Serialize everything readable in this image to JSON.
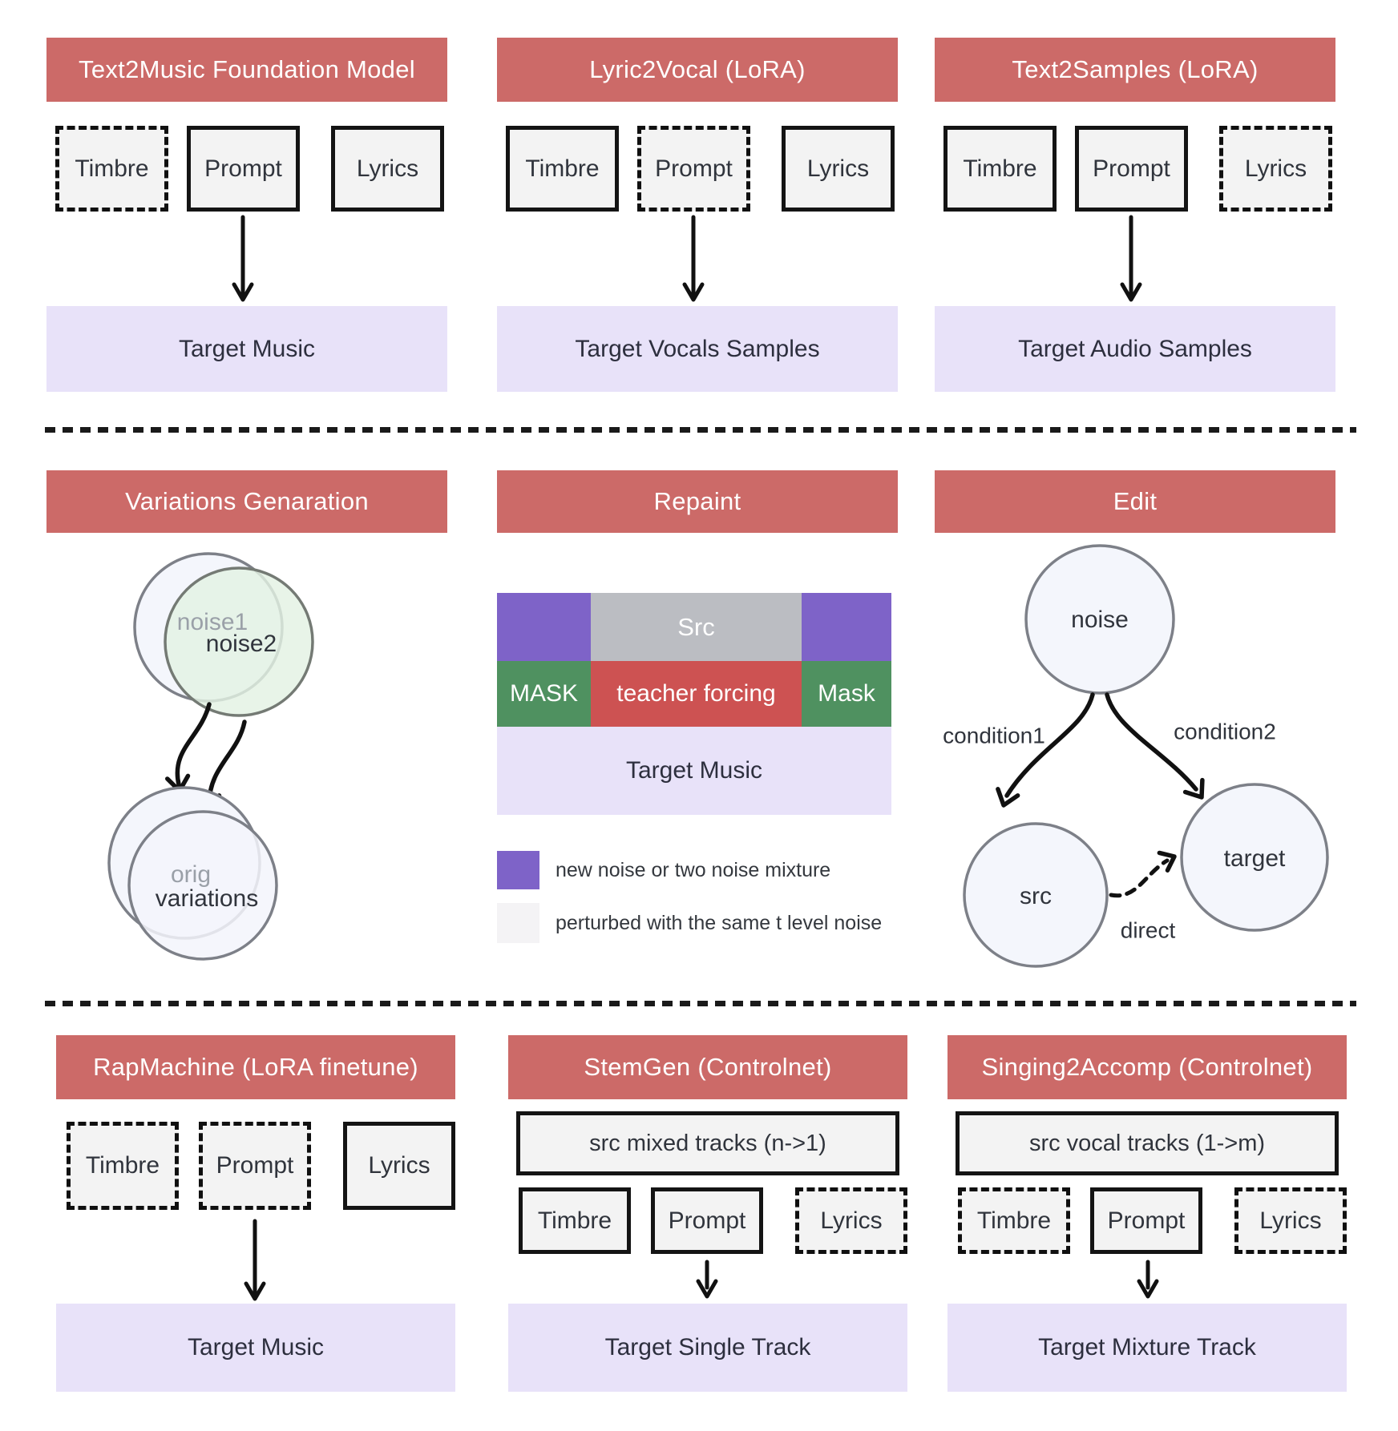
{
  "colors": {
    "panel_header_red": "#cc6a68",
    "new_noise_purple": "#7e63c8",
    "mask_green": "#4f9160",
    "teacher_forcing_red": "#cd5252",
    "src_gray": "#bbbdc2",
    "target_lavender": "#e8e2f9",
    "noise_green_circle": "#e3f2e3"
  },
  "panels": [
    {
      "title": "Text2Music Foundation Model",
      "inputs": [
        {
          "label": "Timbre",
          "style": "dashed"
        },
        {
          "label": "Prompt",
          "style": "solid"
        },
        {
          "label": "Lyrics",
          "style": "solid"
        }
      ],
      "target": "Target Music"
    },
    {
      "title": "Lyric2Vocal (LoRA)",
      "inputs": [
        {
          "label": "Timbre",
          "style": "solid"
        },
        {
          "label": "Prompt",
          "style": "dashed"
        },
        {
          "label": "Lyrics",
          "style": "solid"
        }
      ],
      "target": "Target Vocals Samples"
    },
    {
      "title": "Text2Samples (LoRA)",
      "inputs": [
        {
          "label": "Timbre",
          "style": "solid"
        },
        {
          "label": "Prompt",
          "style": "solid"
        },
        {
          "label": "Lyrics",
          "style": "dashed"
        }
      ],
      "target": "Target Audio Samples"
    },
    {
      "title": "Variations Genaration",
      "nodes": {
        "noise1": "noise1",
        "noise2": "noise2",
        "orig": "orig",
        "variations": "variations"
      }
    },
    {
      "title": "Repaint",
      "blocks": {
        "src": "Src",
        "mask_left": "MASK",
        "teacher_forcing": "teacher forcing",
        "mask_right": "Mask",
        "target": "Target Music"
      },
      "legend": [
        {
          "swatch": "purple",
          "label": "new noise or two noise mixture"
        },
        {
          "swatch": "light",
          "label": "perturbed with the same t level noise"
        }
      ]
    },
    {
      "title": "Edit",
      "nodes": {
        "noise": "noise",
        "src": "src",
        "target": "target"
      },
      "edges": {
        "condition1": "condition1",
        "condition2": "condition2",
        "direct": "direct"
      }
    },
    {
      "title": "RapMachine (LoRA finetune)",
      "inputs": [
        {
          "label": "Timbre",
          "style": "dashed"
        },
        {
          "label": "Prompt",
          "style": "dashed"
        },
        {
          "label": "Lyrics",
          "style": "solid"
        }
      ],
      "target": "Target Music"
    },
    {
      "title": "StemGen (Controlnet)",
      "src_box": "src mixed tracks (n->1)",
      "inputs": [
        {
          "label": "Timbre",
          "style": "solid"
        },
        {
          "label": "Prompt",
          "style": "solid"
        },
        {
          "label": "Lyrics",
          "style": "dashed"
        }
      ],
      "target": "Target Single Track"
    },
    {
      "title": "Singing2Accomp (Controlnet)",
      "src_box": "src vocal tracks (1->m)",
      "inputs": [
        {
          "label": "Timbre",
          "style": "dashed"
        },
        {
          "label": "Prompt",
          "style": "solid"
        },
        {
          "label": "Lyrics",
          "style": "dashed"
        }
      ],
      "target": "Target Mixture Track"
    }
  ]
}
